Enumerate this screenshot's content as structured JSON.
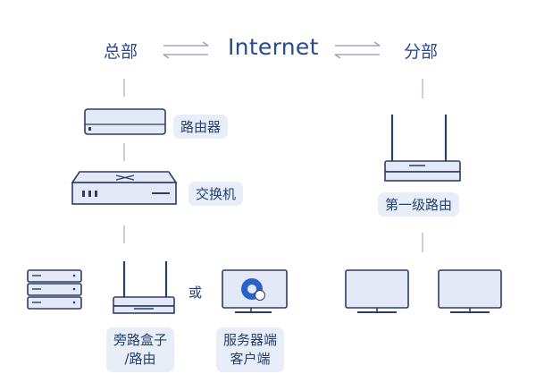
{
  "nodes": {
    "hq": "总部",
    "internet": "Internet",
    "branch": "分部",
    "router": "路由器",
    "switch": "交换机",
    "first_router": "第一级路由",
    "bypass_line1": "旁路盒子",
    "bypass_line2": "/路由",
    "or": "或",
    "client_line1": "服务器端",
    "client_line2": "客户端"
  },
  "colors": {
    "line": "#8a97ad",
    "device_fill": "#e3e9f7",
    "device_stroke": "#2e3d63",
    "tag_bg": "#e8eef8",
    "text": "#2b4a8c"
  }
}
